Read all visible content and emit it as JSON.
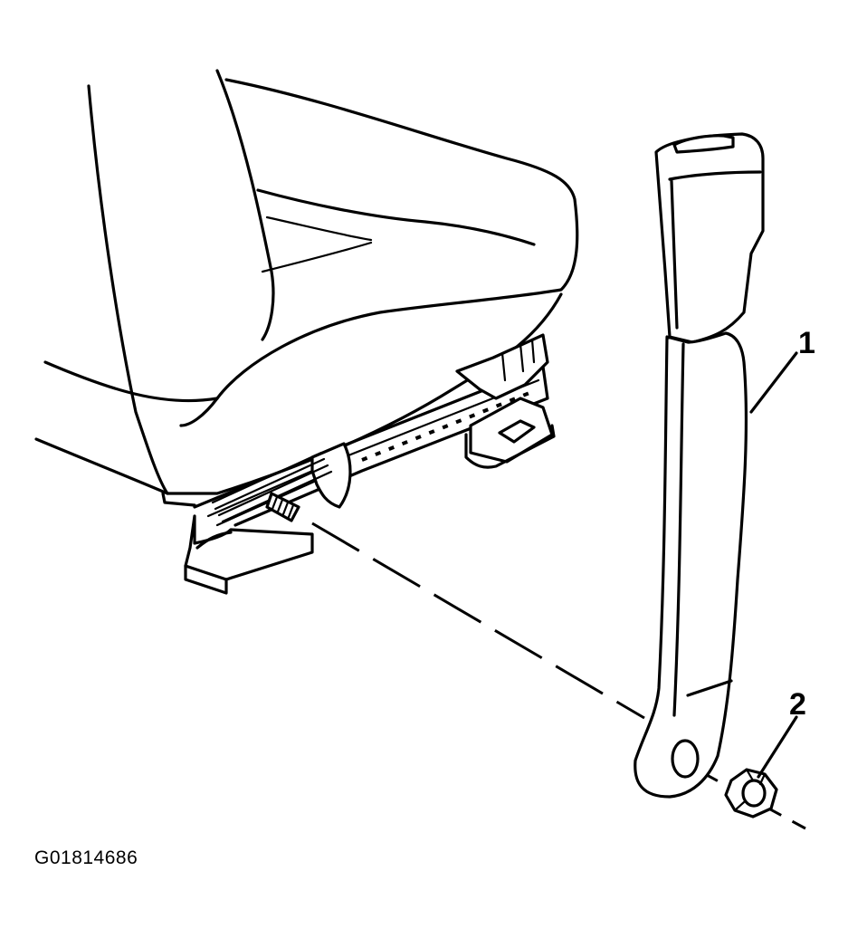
{
  "figure": {
    "id": "G01814686"
  },
  "callouts": [
    {
      "number": "1",
      "part": "seat-belt-buckle"
    },
    {
      "number": "2",
      "part": "nut"
    }
  ],
  "colors": {
    "ink": "#000000",
    "paper": "#ffffff"
  }
}
